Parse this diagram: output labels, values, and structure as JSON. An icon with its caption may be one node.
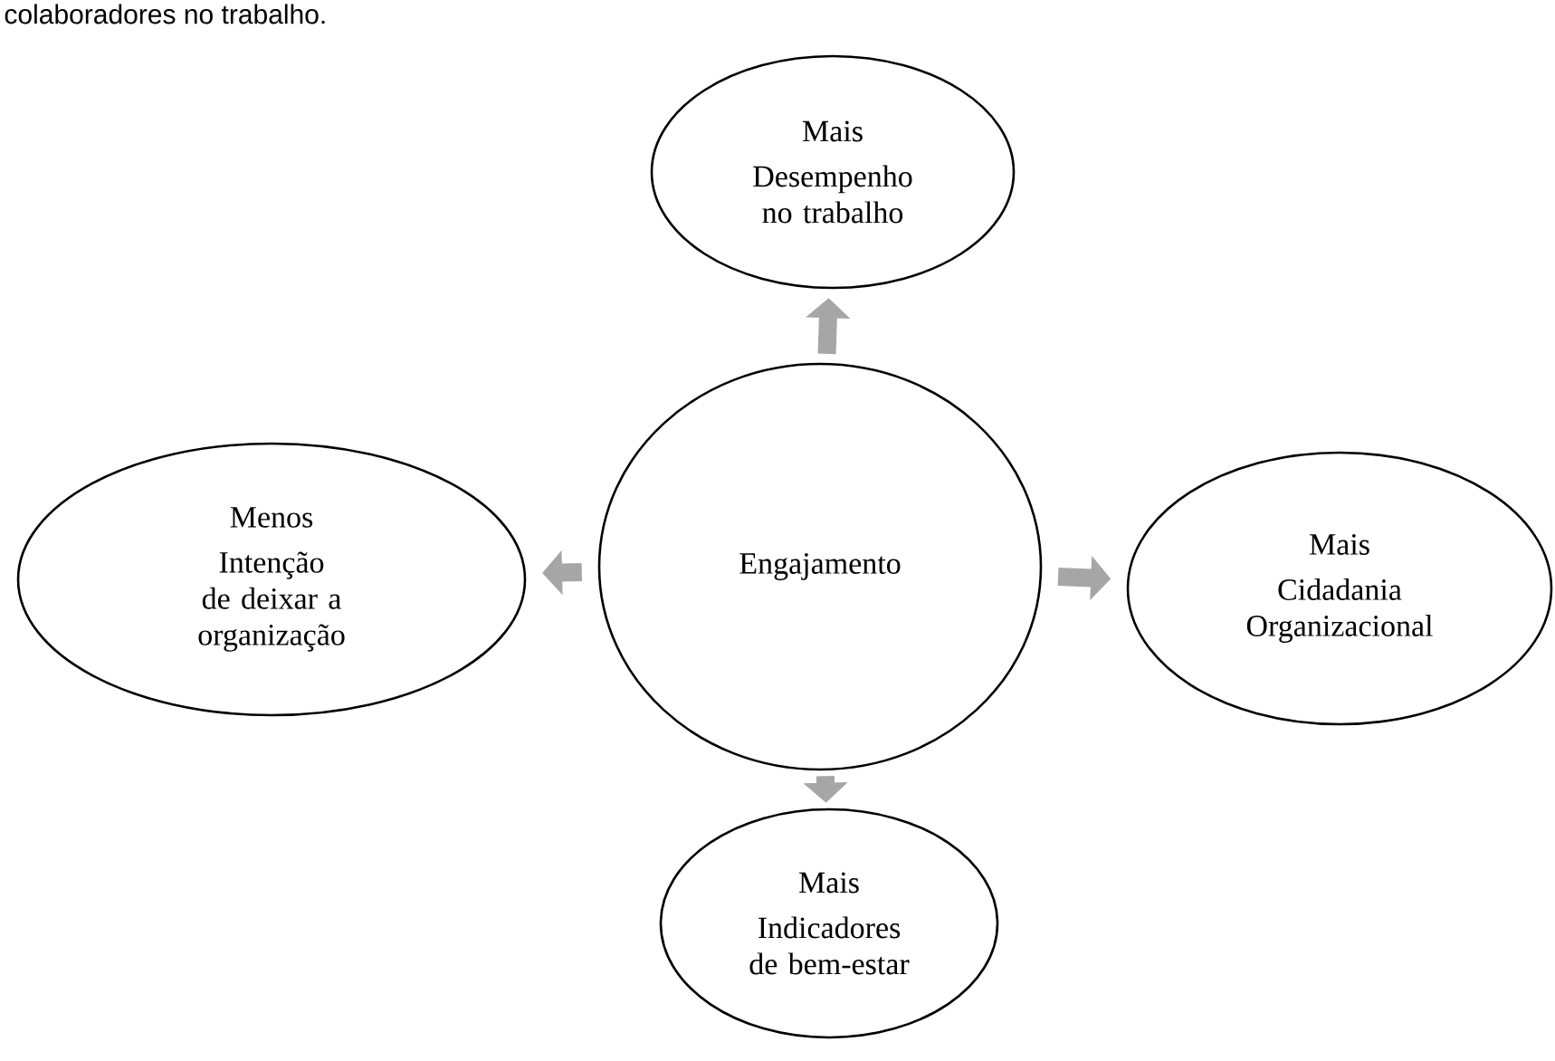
{
  "diagram": {
    "nodes": [
      {
        "text": [
          "Mais",
          "Desempenho no trabalho"
        ]
      },
      {
        "text": [
          "Menos",
          "Intenção de deixar a organização"
        ]
      },
      {
        "text": [
          "Engajamento"
        ]
      },
      {
        "text": [
          "Mais",
          "Cidadania Organizacional"
        ]
      },
      {
        "text": [
          "Mais",
          "Indicadores de bem-estar"
        ]
      }
    ],
    "edges": [
      {
        "from": 2,
        "to": 0,
        "arrow": "to"
      },
      {
        "from": 2,
        "to": 1,
        "arrow": "to"
      },
      {
        "from": 2,
        "to": 3,
        "arrow": "to"
      },
      {
        "from": 2,
        "to": 4,
        "arrow": "to"
      }
    ],
    "labels": [
      "colaboradores no trabalho."
    ]
  }
}
